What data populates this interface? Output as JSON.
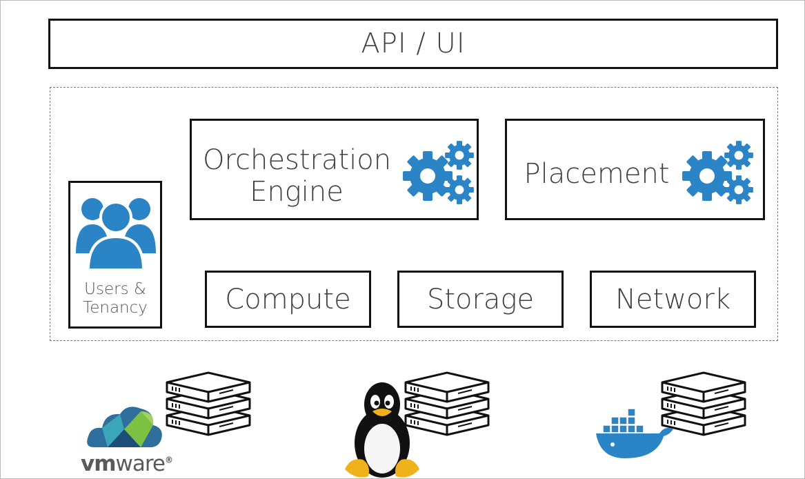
{
  "api_label": "API / UI",
  "orchestration": {
    "line1": "Orchestration",
    "line2": "Engine"
  },
  "placement_label": "Placement",
  "users": {
    "line1": "Users &",
    "line2": "Tenancy"
  },
  "compute_label": "Compute",
  "storage_label": "Storage",
  "network_label": "Network",
  "vmware": {
    "bold": "vm",
    "rest": "ware",
    "mark": "®"
  },
  "colors": {
    "accent_blue": "#2a84c6",
    "border": "#111111",
    "text": "#3f3f3f"
  },
  "icons": [
    "gears-icon",
    "users-group-icon",
    "server-stack-icon",
    "vmware-logo",
    "linux-tux-icon",
    "docker-whale-icon"
  ]
}
